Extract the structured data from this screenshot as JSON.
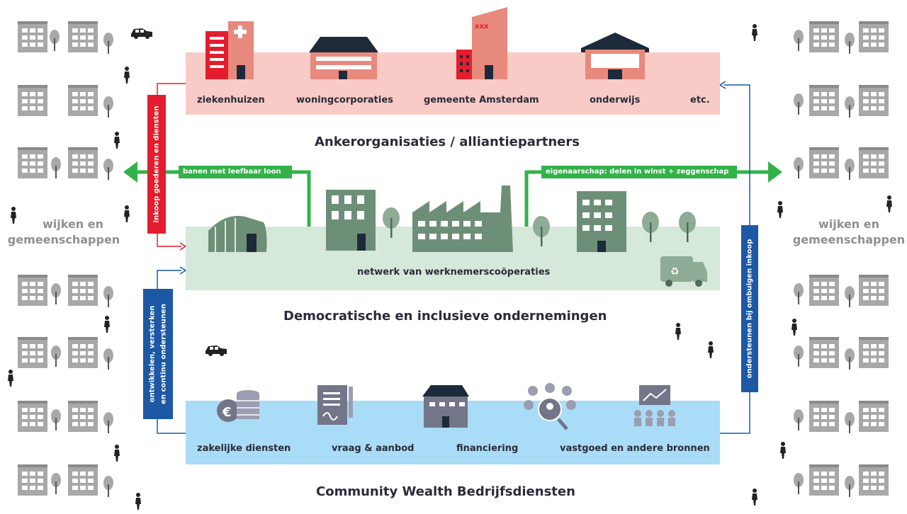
{
  "top_band": {
    "title": "Ankerorganisaties / alliantiepartners",
    "items": [
      "ziekenhuizen",
      "woningcorporaties",
      "gemeente Amsterdam",
      "onderwijs",
      "etc."
    ]
  },
  "middle_band": {
    "title": "Democratische en inclusieve ondernemingen",
    "label": "netwerk van werknemerscoöperaties"
  },
  "bottom_band": {
    "title": "Community Wealth Bedrijfsdiensten",
    "items": [
      "zakelijke diensten",
      "vraag & aanbod",
      "financiering",
      "vastgoed en andere bronnen"
    ]
  },
  "sides": {
    "left_line1": "wijken en",
    "left_line2": "gemeenschappen",
    "right_line1": "wijken en",
    "right_line2": "gemeenschappen"
  },
  "flows": {
    "left_green": "banen met leefbaar loon",
    "right_green": "eigenaarschap: delen in winst + zeggenschap",
    "left_red": "inkoop goederen en diensten",
    "left_blue_line1": "ontwikkelen, versterken",
    "left_blue_line2": "en continu ondersteunen",
    "right_blue": "ondersteunen bij ombuigen inkoop"
  },
  "colors": {
    "top_band": "#f8cbc6",
    "middle_band": "#d5e8da",
    "bottom_band": "#a9dcf6",
    "green": "#33b24a",
    "red": "#e31d2d",
    "blue": "#1c58a4",
    "building_grey": "#a7a7a7",
    "building_green": "#6e8f77",
    "salmon": "#e8897d"
  }
}
